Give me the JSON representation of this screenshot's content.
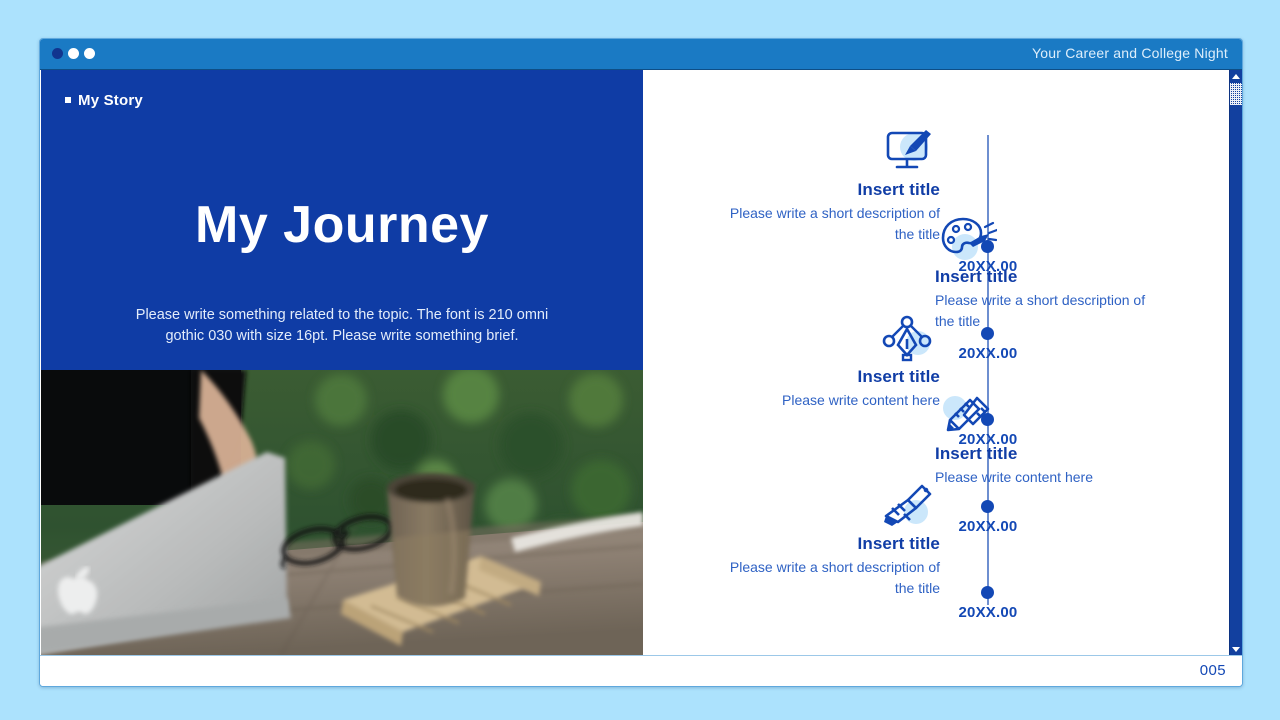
{
  "window": {
    "title": "Your Career and College Night",
    "traffic_lights": [
      "close-dot",
      "minimize-dot",
      "maximize-dot"
    ],
    "accent_blue": "#1a7ac4",
    "panel_blue": "#0f3ca5",
    "desktop_background": "#ace2fd"
  },
  "slide": {
    "section_label": "My Story",
    "title": "My Journey",
    "subtitle": "Please write something related to the topic. The font is 210 omni gothic 030 with size 16pt. Please write something brief.",
    "photo_alt": "Laptop, eyeglasses and a cup on a wooden table outdoors"
  },
  "timeline": {
    "axis_color": "#6e8fd0",
    "dot_color": "#1348b5",
    "entries": [
      {
        "side": "left",
        "icon": "monitor-paintbrush-icon",
        "title": "Insert title",
        "description": "Please write a short description of the title",
        "date": "20XX.00"
      },
      {
        "side": "right",
        "icon": "paint-palette-icon",
        "title": "Insert title",
        "description": "Please write a short description of the title",
        "date": "20XX.00"
      },
      {
        "side": "left",
        "icon": "pen-tool-icon",
        "title": "Insert title",
        "description": "Please write content here",
        "date": "20XX.00"
      },
      {
        "side": "right",
        "icon": "pencil-ruler-icon",
        "title": "Insert title",
        "description": "Please write content here",
        "date": "20XX.00"
      },
      {
        "side": "left",
        "icon": "paintbrush-icon",
        "title": "Insert title",
        "description": "Please write a short description of the title",
        "date": "20XX.00"
      }
    ]
  },
  "scrollbar": {
    "up_arrow": "scroll-up-icon",
    "down_arrow": "scroll-down-icon"
  },
  "status": {
    "page_number": "005"
  }
}
